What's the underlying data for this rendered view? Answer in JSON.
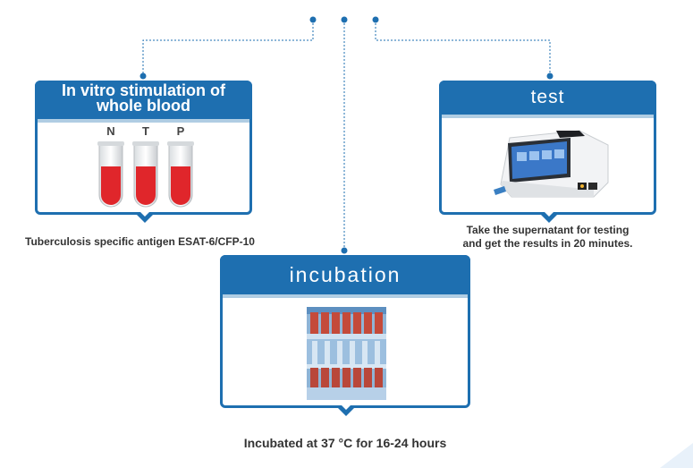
{
  "steps": {
    "stimulation": {
      "title_line1": "In vitro stimulation of",
      "title_line2": "whole blood",
      "tube_labels": [
        "N",
        "T",
        "P"
      ],
      "caption": "Tuberculosis specific antigen ESAT-6/CFP-10"
    },
    "test": {
      "title": "test",
      "caption_line1": "Take the supernatant for testing",
      "caption_line2": "and get the results in 20 minutes."
    },
    "incubation": {
      "title": "incubation",
      "caption": "Incubated at 37 °C for 16-24 hours"
    }
  },
  "colors": {
    "accent": "#1e6fb0",
    "blood": "#e0262b",
    "text": "#333333"
  },
  "icons": [
    "blood-tube-icon",
    "analyzer-device-icon",
    "incubation-rack-photo"
  ]
}
